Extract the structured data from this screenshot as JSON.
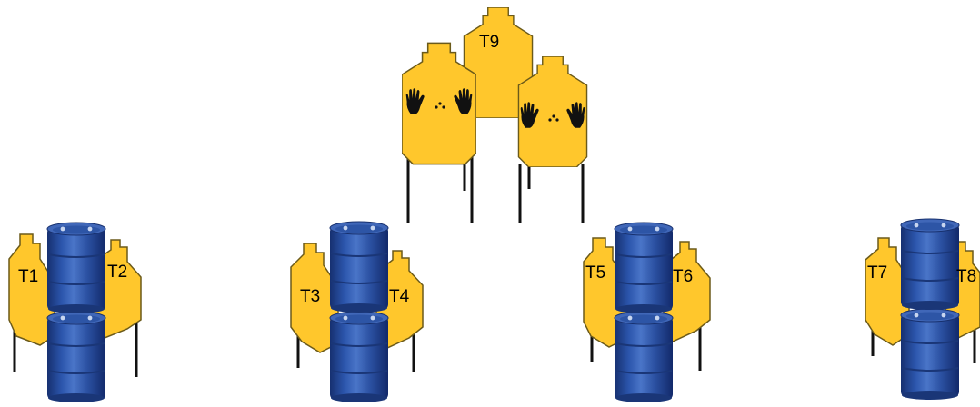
{
  "colors": {
    "target_fill": "#FFC72C",
    "target_stroke": "#6b5a1a",
    "barrel_body": "#2a4fa0",
    "barrel_dark": "#15306e",
    "barrel_light": "#6f92d6",
    "stand": "#111111",
    "hand": "#111111"
  },
  "icons": [
    "hand-icon",
    "barrel-icon",
    "target-silhouette-icon"
  ],
  "targets": {
    "T1": "T1",
    "T2": "T2",
    "T3": "T3",
    "T4": "T4",
    "T5": "T5",
    "T6": "T6",
    "T7": "T7",
    "T8": "T8",
    "T9": "T9"
  }
}
